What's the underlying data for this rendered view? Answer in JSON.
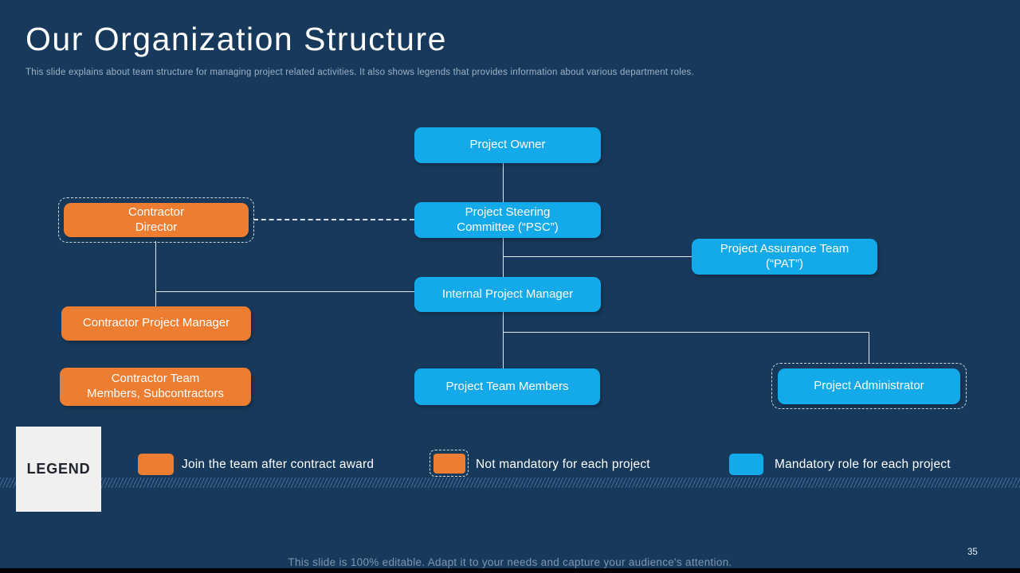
{
  "slide": {
    "title": "Our Organization Structure",
    "subtitle": "This slide explains about team structure for managing project related activities. It also shows legends that provides information about various department roles.",
    "footer_note": "This slide is 100% editable. Adapt it to your needs and capture your audience's attention.",
    "page_number": "35"
  },
  "colors": {
    "background": "#173A5C",
    "node_cyan": "#14A9E9",
    "node_orange": "#ED7D31",
    "connector": "#F2F6FA",
    "legend_box_bg": "#F0F0F0",
    "bottom_bar": "#000000"
  },
  "org_chart": {
    "nodes": [
      {
        "id": "project-owner",
        "label": "Project Owner",
        "style": "cyan",
        "dashed_outline": false
      },
      {
        "id": "project-steering-committee",
        "label": "Project Steering\nCommittee (“PSC”)",
        "style": "cyan",
        "dashed_outline": false
      },
      {
        "id": "contractor-director",
        "label": "Contractor\nDirector",
        "style": "orange",
        "dashed_outline": true
      },
      {
        "id": "project-assurance-team",
        "label": "Project Assurance Team\n(“PAT”)",
        "style": "cyan",
        "dashed_outline": false
      },
      {
        "id": "internal-project-manager",
        "label": "Internal  Project Manager",
        "style": "cyan",
        "dashed_outline": false
      },
      {
        "id": "contractor-project-manager",
        "label": "Contractor Project Manager",
        "style": "orange",
        "dashed_outline": false
      },
      {
        "id": "contractor-team-members",
        "label": "Contractor Team\nMembers, Subcontractors",
        "style": "orange",
        "dashed_outline": false
      },
      {
        "id": "project-team-members",
        "label": "Project Team Members",
        "style": "cyan",
        "dashed_outline": false
      },
      {
        "id": "project-administrator",
        "label": "Project Administrator",
        "style": "cyan",
        "dashed_outline": true
      }
    ]
  },
  "legend": {
    "title": "LEGEND",
    "items": [
      {
        "swatch": "orange",
        "label": "Join the team after contract award"
      },
      {
        "swatch": "orange-dashed",
        "label": "Not mandatory for each project"
      },
      {
        "swatch": "cyan",
        "label": "Mandatory role for each project"
      }
    ]
  }
}
